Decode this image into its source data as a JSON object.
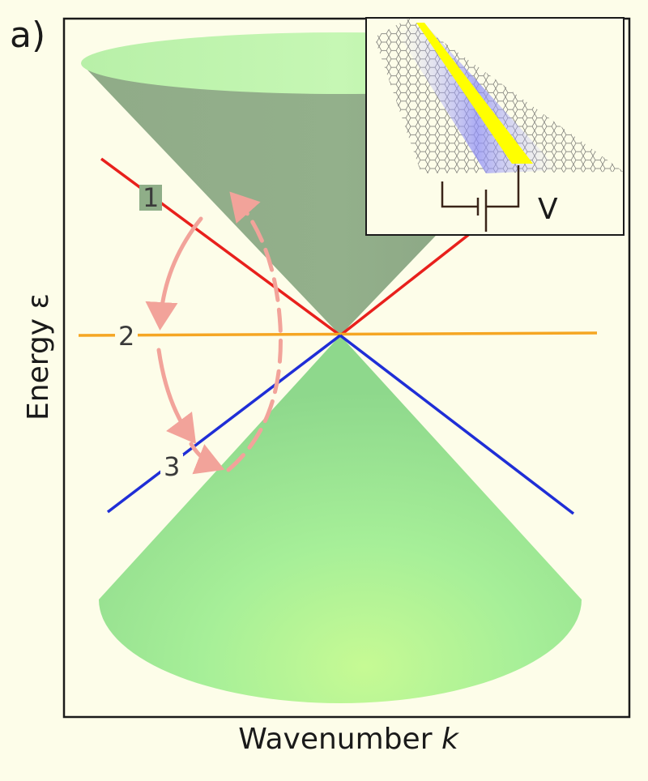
{
  "figure": {
    "panel_label": "a)",
    "y_axis_label": "Energy ε",
    "x_axis_label_text": "Wavenumber ",
    "x_axis_label_var": "k",
    "line_labels": [
      "1",
      "2",
      "3"
    ],
    "inset_voltage_label": "V"
  },
  "colors": {
    "background": "#fdfde9",
    "cone_upper": "#8fae88",
    "cone_lower": "#a5ef98",
    "line_1": "#e8201c",
    "line_2": "#f5a623",
    "line_3": "#1f2ed6",
    "arrows": "#f2a39a",
    "gate_strip": "#ffff00"
  },
  "icons": {
    "inset": "graphene-gate-icon",
    "battery": "battery-icon"
  }
}
